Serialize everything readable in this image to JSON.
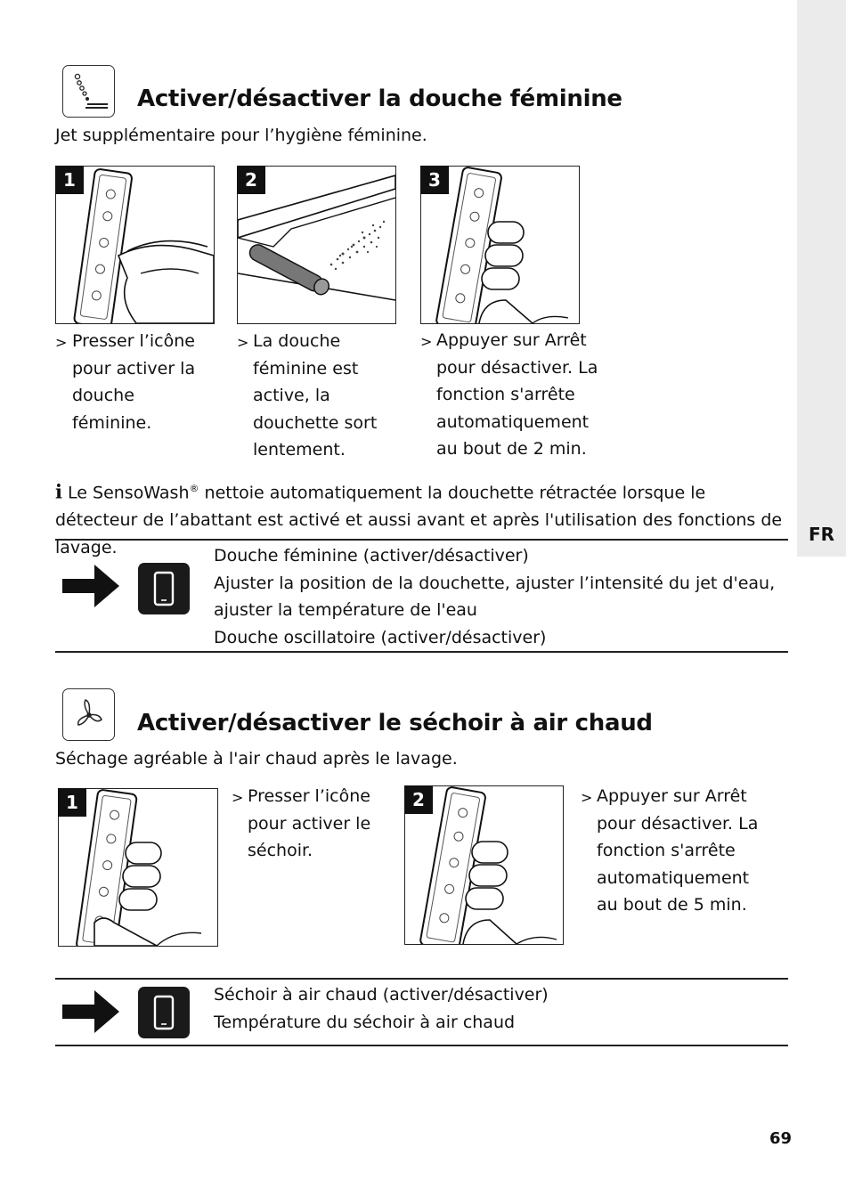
{
  "language_tab": "FR",
  "page_number": "69",
  "section1": {
    "title": "Activer/désactiver la douche féminine",
    "subtitle": "Jet supplémentaire pour l’hygiène féminine.",
    "steps": [
      {
        "num": "1",
        "text": "Presser l’icône\npour activer la\ndouche\nféminine."
      },
      {
        "num": "2",
        "text": "La douche\nféminine est\nactive, la\ndouchette sort\nlentement."
      },
      {
        "num": "3",
        "text": "Appuyer sur Arrêt\npour désactiver. La\nfonction s'arrête\nautomatiquement\nau bout de 2 min."
      }
    ],
    "info_icon": "i",
    "info_pre": "Le SensoWash",
    "info_reg": "®",
    "info_post": " nettoie automatiquement la douchette rétractée lorsque le détecteur de l’abattant est activé et aussi avant et après l'utilisation des fonctions de lavage.",
    "ref_lines": [
      "Douche féminine (activer/désactiver)",
      "Ajuster la position de la douchette, ajuster l’intensité du jet d'eau,",
      "ajuster la température de l'eau",
      "Douche oscillatoire (activer/désactiver)"
    ]
  },
  "section2": {
    "title": "Activer/désactiver le séchoir à air chaud",
    "subtitle": "Séchage agréable à l'air chaud après le lavage.",
    "steps": [
      {
        "num": "1",
        "text": "Presser l’icône\npour activer le\nséchoir."
      },
      {
        "num": "2",
        "text": "Appuyer sur Arrêt\npour désactiver. La\nfonction s'arrête\nautomatiquement\nau bout de 5 min."
      }
    ],
    "ref_lines": [
      "Séchoir à air chaud (activer/désactiver)",
      "Température du séchoir à air chaud"
    ]
  },
  "step_marker": ">",
  "icons": {
    "section1": "lady-shower-icon",
    "section2": "dryer-fan-icon",
    "ref": "smartphone-app-icon",
    "arrow": "right-arrow-icon"
  }
}
